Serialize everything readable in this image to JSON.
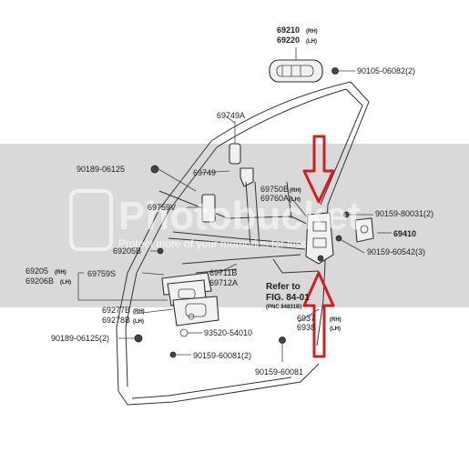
{
  "parts": {
    "p69210": "69210",
    "p69220": "69220",
    "rh": "(RH)",
    "lh": "(LH)",
    "p90105": "90105-06082(2)",
    "p69749A": "69749A",
    "p90189a": "90189-06125",
    "p69749": "69749",
    "p69750B": "69750B",
    "p69760A": "69760A",
    "p69759V": "69759V",
    "p90159_80031": "90159-80031(2)",
    "p69410": "69410",
    "p90159_60542": "90159-60542(3)",
    "p69205B": "69205B",
    "p69205": "69205",
    "p69206B": "69206B",
    "p69759S": "69759S",
    "p69711B": "69711B",
    "p69712A": "69712A",
    "refer_to": "Refer to",
    "fig": "FIG. 84-01",
    "pnc": "(PNC 84831B)",
    "p69277B": "69277B",
    "p69278B": "69278B",
    "p69370": "6937",
    "p69380": "6938",
    "p90189b": "90189-06125(2)",
    "p93520": "93520-54010",
    "p90159_60081a": "90159-60081(2)",
    "p90159_60081b": "90159-60081"
  },
  "watermark": {
    "brand": "Photobucket",
    "tagline": "Protect more of your memories for less!"
  },
  "colors": {
    "band": "#d9d9d9",
    "arrow": "#d11f1f",
    "line": "#333333"
  }
}
